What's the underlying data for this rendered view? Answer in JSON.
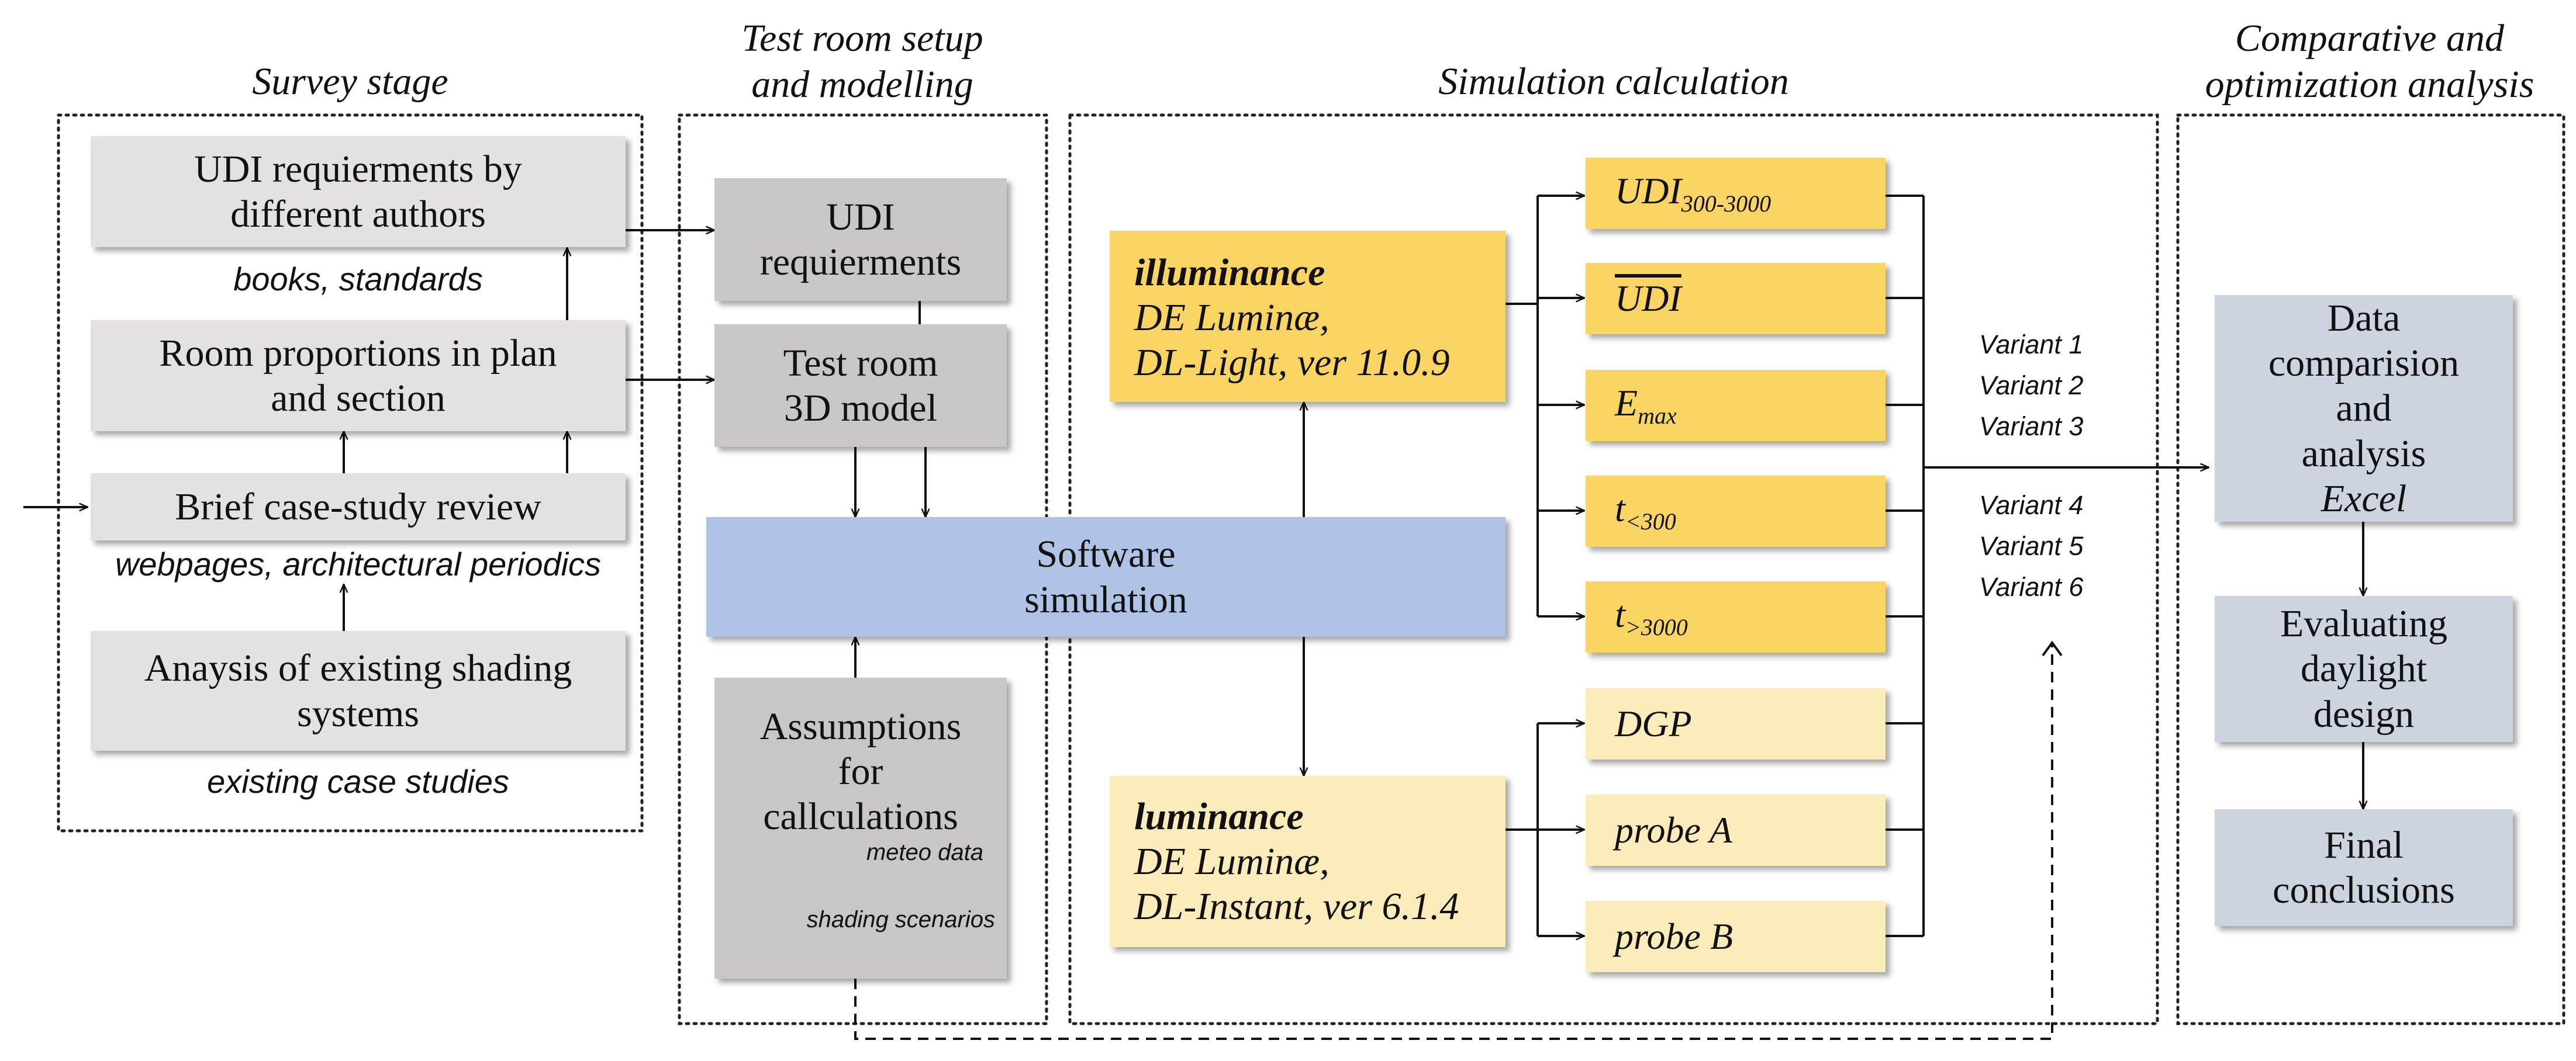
{
  "stages": {
    "survey": "Survey stage",
    "test_room_1": "Test room setup",
    "test_room_2": "and modelling",
    "simulation": "Simulation calculation",
    "comparative_1": "Comparative and",
    "comparative_2": "optimization analysis"
  },
  "survey": {
    "udi_req_1": "UDI requierments by",
    "udi_req_2": "different authors",
    "udi_req_sub": "books, standards",
    "room_prop_1": "Room proportions in plan",
    "room_prop_2": "and section",
    "brief_review": "Brief case-study review",
    "brief_review_sub": "webpages, architectural periodics",
    "shading_analysis_1": "Anaysis of existing shading",
    "shading_analysis_2": "systems",
    "shading_analysis_sub": "existing case studies"
  },
  "test_room": {
    "udi_1": "UDI",
    "udi_2": "requierments",
    "model_1": "Test  room",
    "model_2": "3D model",
    "software_1": "Software",
    "software_2": "simulation",
    "assump_1": "Assumptions",
    "assump_2": "for",
    "assump_3": "callculations",
    "assump_meteo": "meteo data",
    "assump_shading": "shading scenarios"
  },
  "simulation": {
    "illum_title": "illuminance",
    "illum_sw1": "DE Luminæ,",
    "illum_sw2": "DL-Light, ver 11.0.9",
    "lum_title": "luminance",
    "lum_sw1": "DE Luminæ,",
    "lum_sw2": "DL-Instant, ver 6.1.4",
    "out_udi_base": "UDI",
    "out_udi_sub": "300-3000",
    "out_udi_mean": "UDI",
    "out_emax_base": "E",
    "out_emax_sub": "max",
    "out_t1_base": "t",
    "out_t1_sub": "<300",
    "out_t2_base": "t",
    "out_t2_sub": ">3000",
    "out_dgp": "DGP",
    "out_probe_a": "probe A",
    "out_probe_b": "probe B"
  },
  "variants": [
    "Variant 1",
    "Variant 2",
    "Variant 3",
    "Variant 4",
    "Variant 5",
    "Variant 6"
  ],
  "analysis": {
    "data_1": "Data",
    "data_2": "comparision",
    "data_3": "and",
    "data_4": "analysis",
    "data_sub": "Excel",
    "eval_1": "Evaluating",
    "eval_2": "daylight",
    "eval_3": "design",
    "final_1": "Final",
    "final_2": "conclusions"
  }
}
